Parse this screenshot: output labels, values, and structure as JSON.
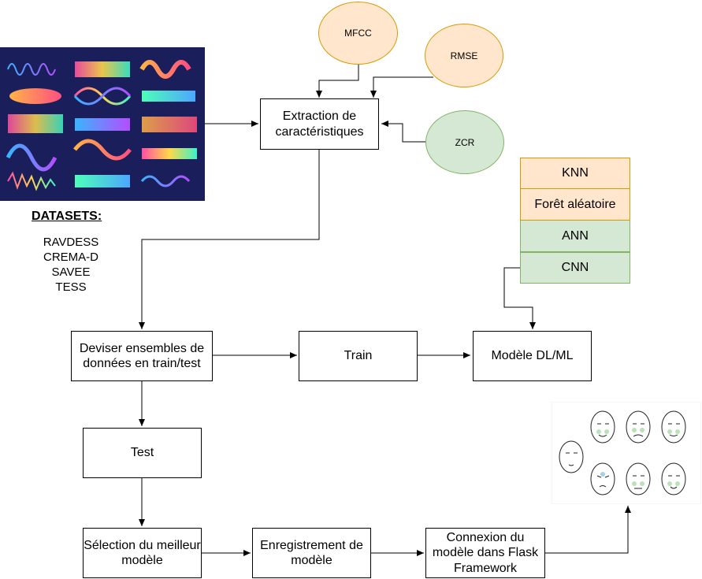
{
  "diagram": {
    "features": {
      "mfcc": "MFCC",
      "rmse": "RMSE",
      "zcr": "ZCR"
    },
    "extraction_label": "Extraction de caractéristiques",
    "datasets": {
      "title": "DATASETS:",
      "items": [
        "RAVDESS",
        "CREMA-D",
        "SAVEE",
        "TESS"
      ]
    },
    "models": [
      "KNN",
      "Forêt aléatoire",
      "ANN",
      "CNN"
    ],
    "split_label": "Deviser ensembles de données en train/test",
    "train_label": "Train",
    "model_label": "Modèle DL/ML",
    "test_label": "Test",
    "select_label": "Sélection du meilleur modèle",
    "save_label": "Enregistrement de modèle",
    "connect_label": "Connexion du modèle dans Flask Framework",
    "colors": {
      "orange_fill": "#ffe6cc",
      "orange_stroke": "#d79b00",
      "green_fill": "#d5e8d4",
      "green_stroke": "#82b366",
      "waves_bg": "#1a1f5c"
    }
  }
}
